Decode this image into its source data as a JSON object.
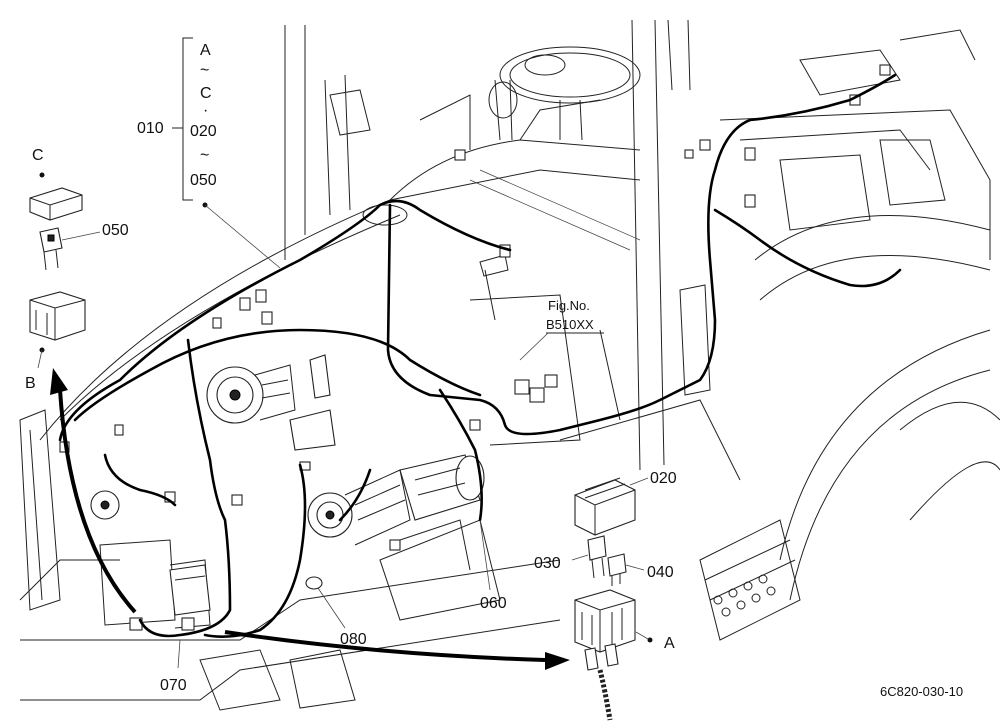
{
  "diagram": {
    "bracket_labels": {
      "l1": "A",
      "l2": "~",
      "l3": "C",
      "l4": "·",
      "l5": "020",
      "l6": "~",
      "l7": "050"
    },
    "main_label": "010",
    "parts": {
      "c_label": "C",
      "p050": "050",
      "b_label": "B",
      "fig_ref_1": "Fig.No.",
      "fig_ref_2": "B510XX",
      "p020": "020",
      "p030": "030",
      "p040": "040",
      "a_label": "A",
      "p060": "060",
      "p080": "080",
      "p070": "070"
    },
    "drawing_code": "6C820-030-10"
  }
}
